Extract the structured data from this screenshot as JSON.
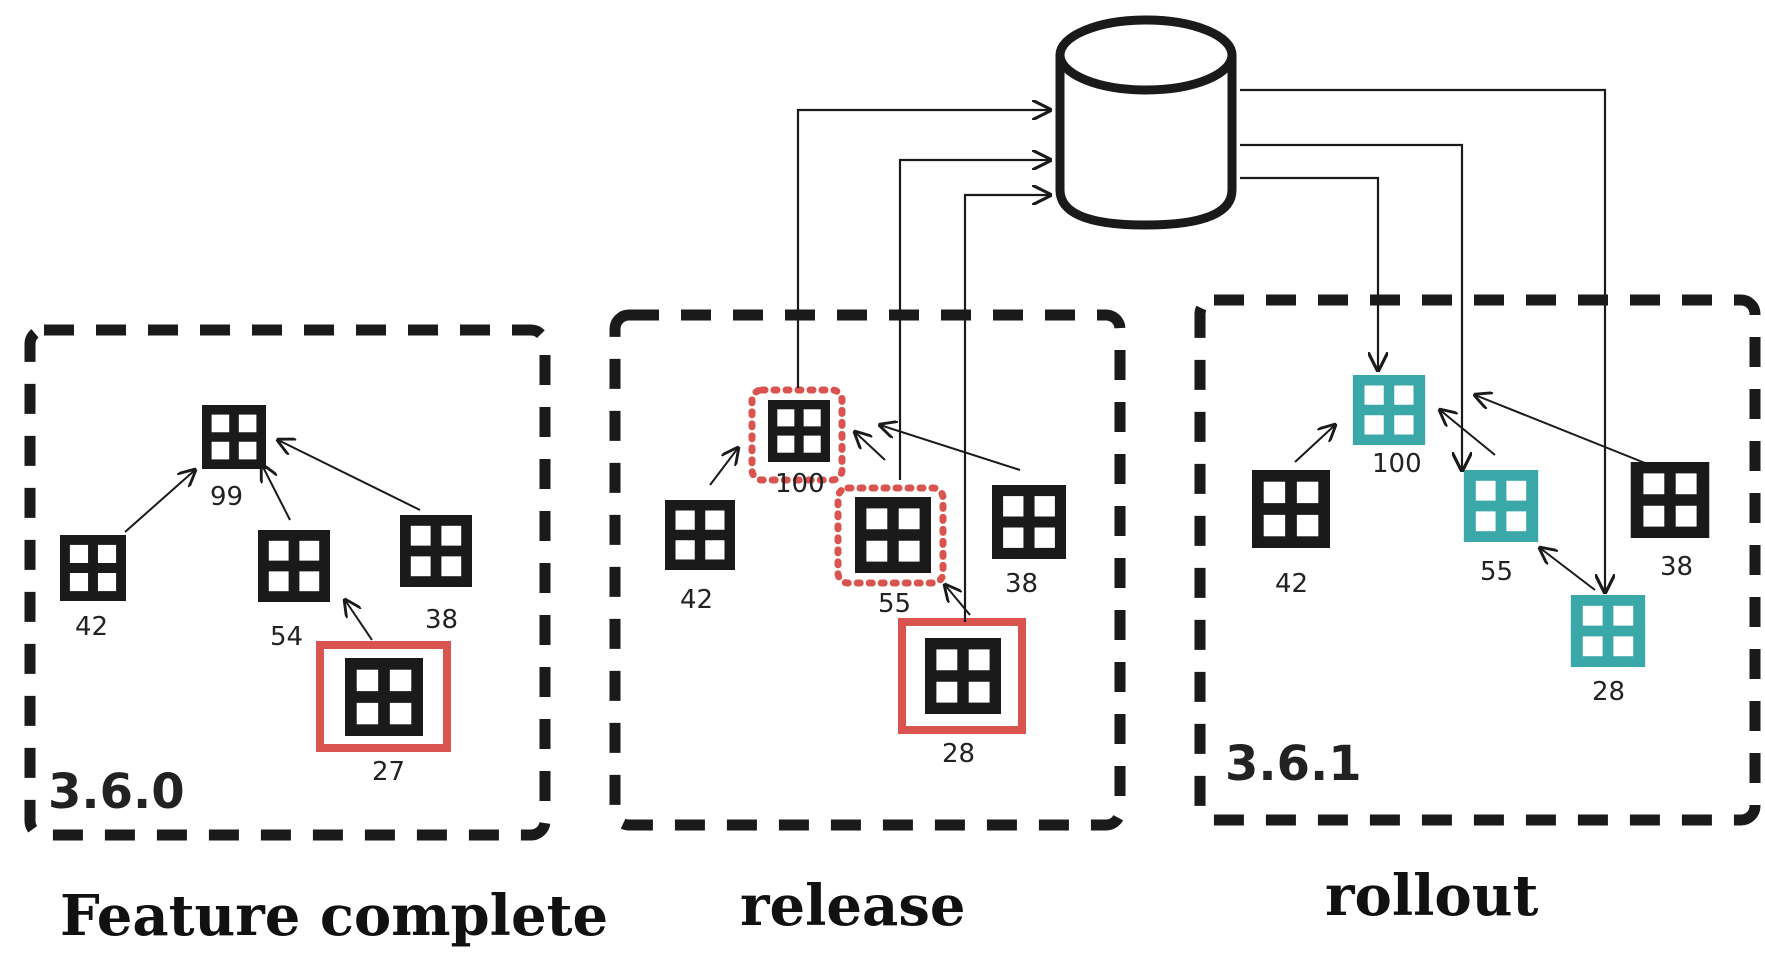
{
  "colors": {
    "ink": "#1a1a1a",
    "highlight_red": "#d9534f",
    "teal": "#3aa8a8"
  },
  "database": {
    "icon": "database-cylinder-icon"
  },
  "panels": [
    {
      "id": "feature-complete",
      "version": "3.6.0",
      "caption": "Feature complete",
      "nodes": [
        {
          "id": "n99",
          "label": "99",
          "style": "plain"
        },
        {
          "id": "n42",
          "label": "42",
          "style": "plain"
        },
        {
          "id": "n54",
          "label": "54",
          "style": "plain"
        },
        {
          "id": "n38",
          "label": "38",
          "style": "plain"
        },
        {
          "id": "n27",
          "label": "27",
          "style": "red-box"
        }
      ]
    },
    {
      "id": "release",
      "version": "",
      "caption": "release",
      "nodes": [
        {
          "id": "n100",
          "label": "100",
          "style": "red-dotted"
        },
        {
          "id": "n42",
          "label": "42",
          "style": "plain"
        },
        {
          "id": "n55",
          "label": "55",
          "style": "red-dotted"
        },
        {
          "id": "n38",
          "label": "38",
          "style": "plain"
        },
        {
          "id": "n28",
          "label": "28",
          "style": "red-box"
        }
      ]
    },
    {
      "id": "rollout",
      "version": "3.6.1",
      "caption": "rollout",
      "nodes": [
        {
          "id": "n100",
          "label": "100",
          "style": "teal"
        },
        {
          "id": "n42",
          "label": "42",
          "style": "plain"
        },
        {
          "id": "n55",
          "label": "55",
          "style": "teal"
        },
        {
          "id": "n38",
          "label": "38",
          "style": "plain"
        },
        {
          "id": "n28",
          "label": "28",
          "style": "teal"
        }
      ]
    }
  ]
}
